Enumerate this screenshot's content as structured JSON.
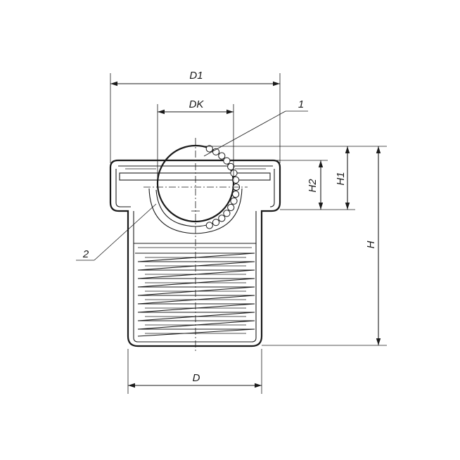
{
  "labels": {
    "d1": "D1",
    "dk": "DK",
    "d": "D",
    "h": "H",
    "h1": "H1",
    "h2": "H2",
    "callout_1": "1",
    "callout_2": "2"
  },
  "colors": {
    "line": "#1a1a1a",
    "background": "#ffffff"
  }
}
